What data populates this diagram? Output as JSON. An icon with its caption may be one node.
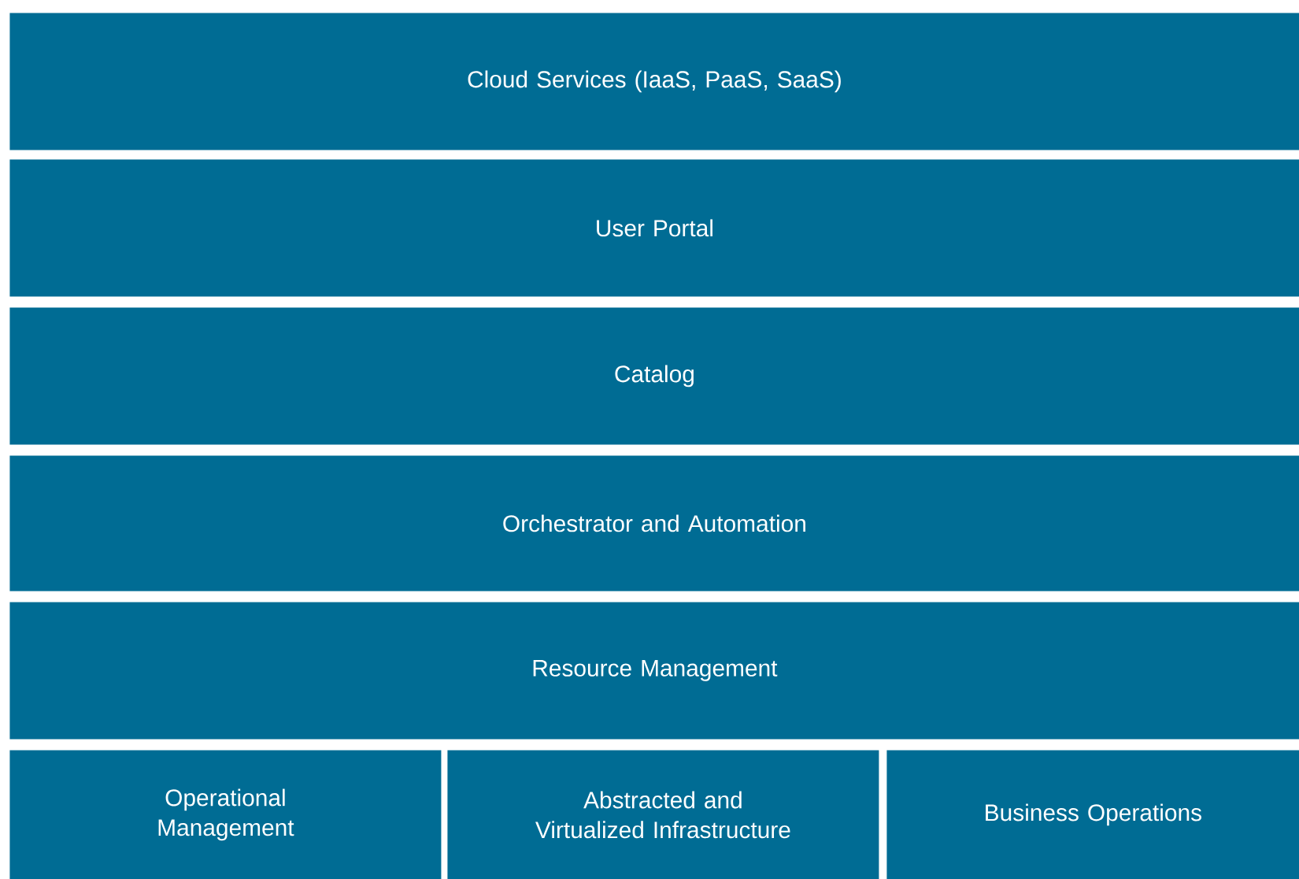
{
  "diagram": {
    "nodes": [
      {
        "text": [
          "Cloud Services (IaaS, PaaS, SaaS)"
        ]
      },
      {
        "text": [
          "User Portal"
        ]
      },
      {
        "text": [
          "Catalog"
        ]
      },
      {
        "text": [
          "Orchestrator and Automation"
        ]
      },
      {
        "text": [
          "Resource Management"
        ]
      },
      {
        "text": [
          "Operational Management"
        ]
      },
      {
        "text": [
          "Abstracted and Virtualized Infrastructure"
        ]
      },
      {
        "text": [
          "Business Operations"
        ]
      }
    ]
  }
}
